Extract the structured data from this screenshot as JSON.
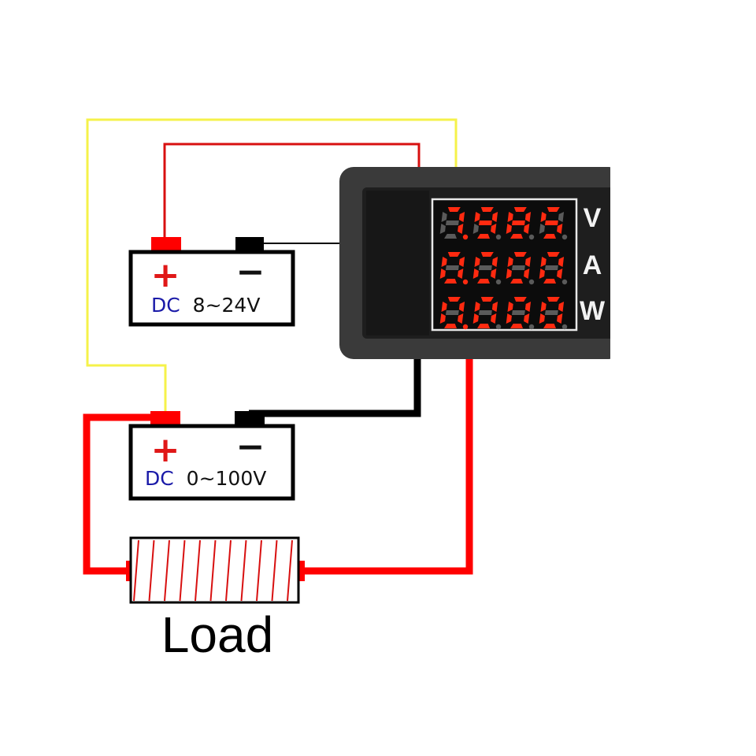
{
  "title": "DC voltmeter ammeter wiring diagram",
  "meter": {
    "rows": [
      {
        "value": "7.985",
        "digits": [
          "7",
          "9",
          "8",
          "5"
        ],
        "dp_index": 0,
        "unit": "V",
        "quantity": "voltage"
      },
      {
        "value": "0.000",
        "digits": [
          "0",
          "0",
          "0",
          "0"
        ],
        "dp_index": 0,
        "unit": "A",
        "quantity": "current"
      },
      {
        "value": "0.000",
        "digits": [
          "0",
          "0",
          "0",
          "0"
        ],
        "dp_index": 0,
        "unit": "W",
        "quantity": "power"
      }
    ],
    "segment_on_color": "#ff2a10",
    "segment_off_color": "#5a5a5a",
    "body_color": "#2b2b2b"
  },
  "supply": {
    "plus_symbol": "+",
    "minus_symbol": "−",
    "prefix": "DC",
    "range": "8~24V"
  },
  "source": {
    "plus_symbol": "+",
    "minus_symbol": "−",
    "prefix": "DC",
    "range": "0~100V"
  },
  "load": {
    "label": "Load"
  },
  "colors": {
    "red_wire": "#ff0000",
    "dark_red_wire": "#d81010",
    "yellow_wire": "#f5f24a",
    "black_wire": "#000000",
    "dc_prefix": "#1a1aa8"
  }
}
